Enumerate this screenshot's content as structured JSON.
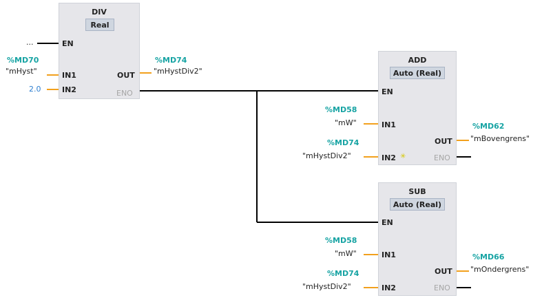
{
  "div_block": {
    "title": "DIV",
    "type": "Real",
    "pins": {
      "en": "EN",
      "in1": "IN1",
      "in2": "IN2",
      "out": "OUT",
      "eno": "ENO"
    },
    "en_source": "...",
    "in1_address": "%MD70",
    "in1_symbol": "\"mHyst\"",
    "in2_literal": "2.0",
    "out_address": "%MD74",
    "out_symbol": "\"mHystDiv2\""
  },
  "add_block": {
    "title": "ADD",
    "type": "Auto (Real)",
    "pins": {
      "en": "EN",
      "in1": "IN1",
      "in2": "IN2",
      "out": "OUT",
      "eno": "ENO"
    },
    "in1_address": "%MD58",
    "in1_symbol": "\"mW\"",
    "in2_address": "%MD74",
    "in2_symbol": "\"mHystDiv2\"",
    "out_address": "%MD62",
    "out_symbol": "\"mBovengrens\""
  },
  "sub_block": {
    "title": "SUB",
    "type": "Auto (Real)",
    "pins": {
      "en": "EN",
      "in1": "IN1",
      "in2": "IN2",
      "out": "OUT",
      "eno": "ENO"
    },
    "in1_address": "%MD58",
    "in1_symbol": "\"mW\"",
    "in2_address": "%MD74",
    "in2_symbol": "\"mHystDiv2\"",
    "out_address": "%MD66",
    "out_symbol": "\"mOndergrens\""
  },
  "colors": {
    "operand_address": "#16a3a3",
    "pin_wire": "#f2a01c",
    "literal": "#2e7fd0",
    "box": "#e6e6ea",
    "type_header": "#cfd6e0"
  }
}
